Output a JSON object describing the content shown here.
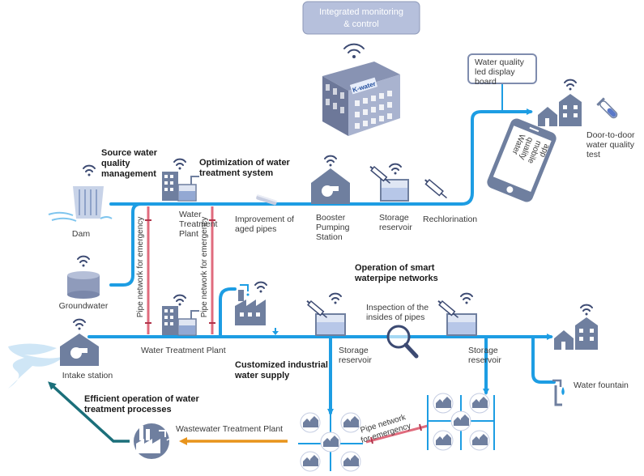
{
  "header": {
    "title_line1": "Integrated monitoring",
    "title_line2": "& control"
  },
  "building": {
    "logo": "K-water"
  },
  "section_titles": {
    "source_l1": "Source water",
    "source_l2": "quality",
    "source_l3": "management",
    "optimization_l1": "Optimization of water",
    "optimization_l2": "treatment system",
    "smart_l1": "Operation of smart",
    "smart_l2": "waterpipe networks",
    "industrial_l1": "Customized industrial",
    "industrial_l2": "water supply",
    "efficient_l1": "Efficient operation of water",
    "efficient_l2": "treatment processes"
  },
  "labels": {
    "dam": "Dam",
    "groundwater": "Groundwater",
    "intake": "Intake station",
    "wtp1_l1": "Water",
    "wtp1_l2": "Treatment",
    "wtp1_l3": "Plant",
    "wtp2": "Water Treatment Plant",
    "aged_l1": "Improvement of",
    "aged_l2": "aged pipes",
    "booster_l1": "Booster",
    "booster_l2": "Pumping",
    "booster_l3": "Station",
    "storage_top_l1": "Storage",
    "storage_top_l2": "reservoir",
    "rechlorination": "Rechlorination",
    "display_l1": "Water quality",
    "display_l2": "led display",
    "display_l3": "board",
    "app_l1": "Water",
    "app_l2": "quality",
    "app_l3": "mobile",
    "app_l4": "app",
    "door_l1": "Door-to-door",
    "door_l2": "water quality",
    "door_l3": "test",
    "storage_mid1_l1": "Storage",
    "storage_mid1_l2": "reservoir",
    "storage_mid2_l1": "Storage",
    "storage_mid2_l2": "reservoir",
    "inspection_l1": "Inspection of the",
    "inspection_l2": "insides of pipes",
    "fountain": "Water fountain",
    "wastewater": "Wastewater Treatment Plant",
    "emergency_vert": "Pipe network for emergency",
    "emergency_l1": "Pipe network",
    "emergency_l2": "for emergency"
  },
  "colors": {
    "pipe": "#1d9de3",
    "emergency": "#e06b7d",
    "waste_out": "#e8941c",
    "return": "#1b6f7a",
    "icon": "#6f7f9f",
    "header_bg": "#b6c0dc"
  }
}
